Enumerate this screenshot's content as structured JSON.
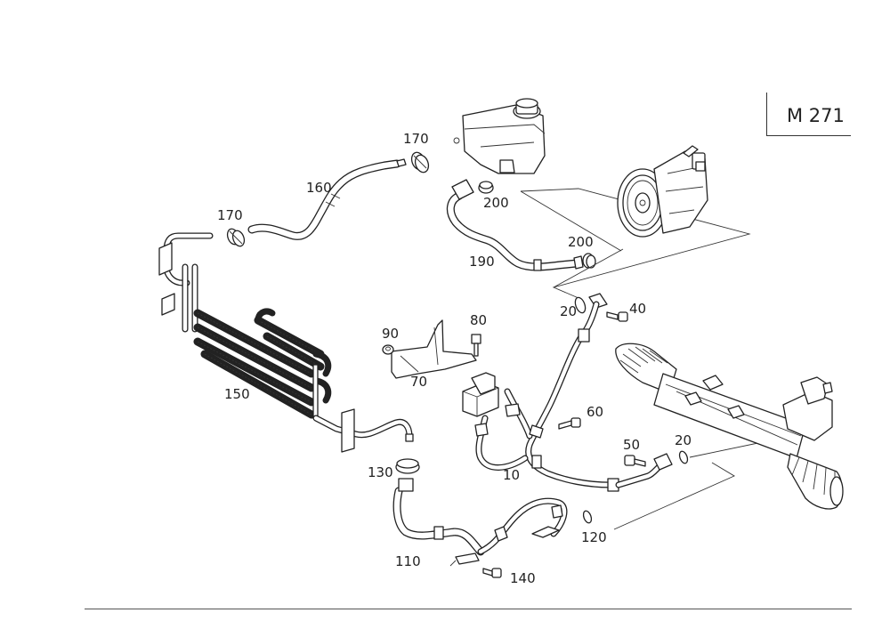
{
  "engine_code": "M 271",
  "callouts": {
    "c10": "10",
    "c20a": "20",
    "c20b": "20",
    "c40": "40",
    "c50": "50",
    "c60": "60",
    "c70": "70",
    "c80": "80",
    "c90": "90",
    "c110": "110",
    "c120": "120",
    "c130": "130",
    "c140": "140",
    "c150": "150",
    "c160": "160",
    "c170a": "170",
    "c170b": "170",
    "c190": "190",
    "c200a": "200",
    "c200b": "200"
  }
}
